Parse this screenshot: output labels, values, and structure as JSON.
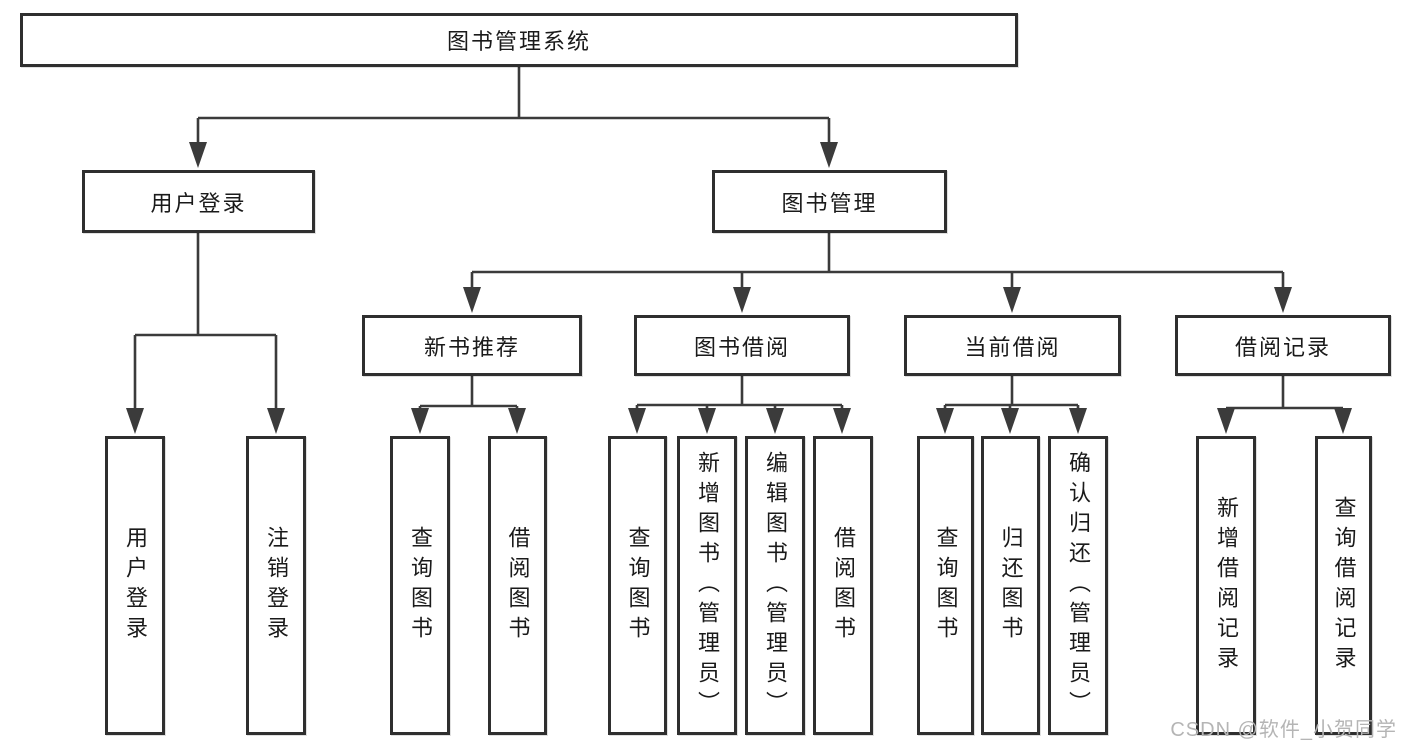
{
  "nodes": {
    "root": "图书管理系统",
    "user_login": "用户登录",
    "book_management": "图书管理",
    "new_book_recommend": "新书推荐",
    "book_borrow": "图书借阅",
    "current_borrow": "当前借阅",
    "borrow_records": "借阅记录"
  },
  "leaves": {
    "user_login": [
      "用户登录",
      "注销登录"
    ],
    "new_book_recommend": [
      "查询图书",
      "借阅图书"
    ],
    "book_borrow": [
      "查询图书",
      "新增图书（管理员）",
      "编辑图书（管理员）",
      "借阅图书"
    ],
    "current_borrow": [
      "查询图书",
      "归还图书",
      "确认归还（管理员）"
    ],
    "borrow_records": [
      "新增借阅记录",
      "查询借阅记录"
    ]
  },
  "watermark": "CSDN @软件_小贺同学",
  "colors": {
    "line": "#3b3b3b",
    "border": "#2f2f2f",
    "text": "#1a1a1a",
    "background": "#ffffff",
    "watermark": "#b5b5b5"
  }
}
